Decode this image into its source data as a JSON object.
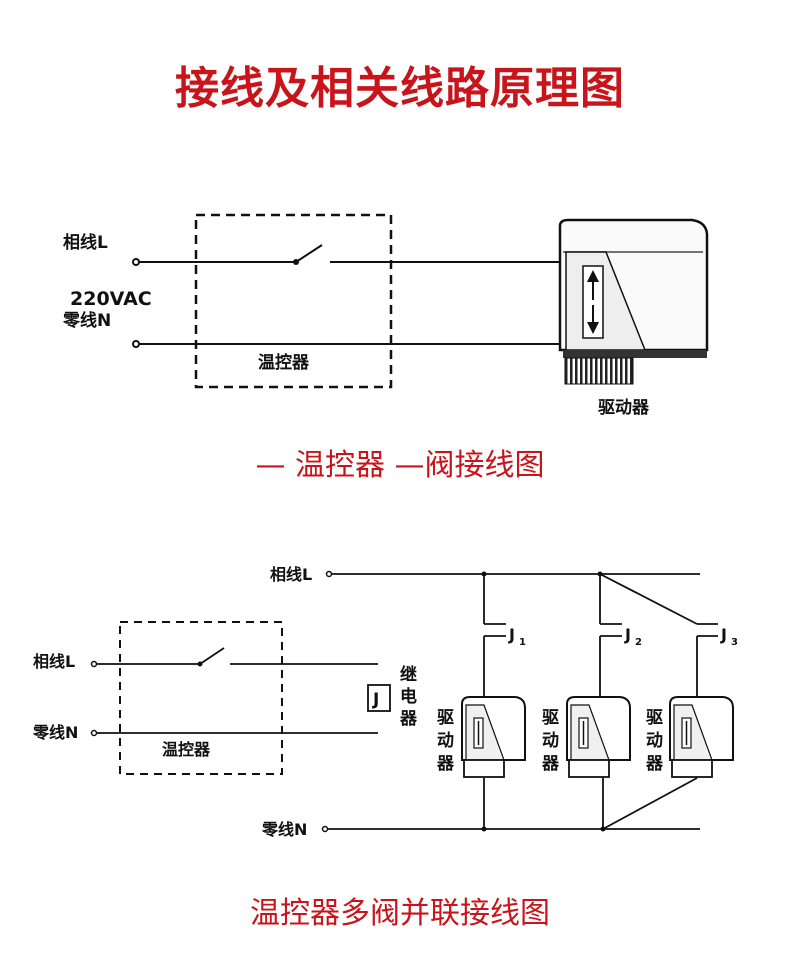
{
  "title": "接线及相关线路原理图",
  "diagram1": {
    "phase_label": "相线L",
    "voltage_label": "220VAC",
    "neutral_label": "零线N",
    "thermostat_label": "温控器",
    "actuator_label": "驱动器",
    "caption": "— 温控器 —阀接线图"
  },
  "diagram2": {
    "phase_label": "相线L",
    "neutral_label": "零线N",
    "thermostat_label": "温控器",
    "relay_symbol": "J",
    "relay_label_chars": [
      "继",
      "电",
      "器"
    ],
    "bus_phase_label": "相线L",
    "bus_neutral_label": "零线N",
    "contacts": [
      {
        "name": "J",
        "sub": "1"
      },
      {
        "name": "J",
        "sub": "2"
      },
      {
        "name": "J",
        "sub": "3"
      }
    ],
    "actuator_label_chars": [
      "驱",
      "动",
      "器"
    ],
    "caption": "温控器多阀并联接线图"
  }
}
